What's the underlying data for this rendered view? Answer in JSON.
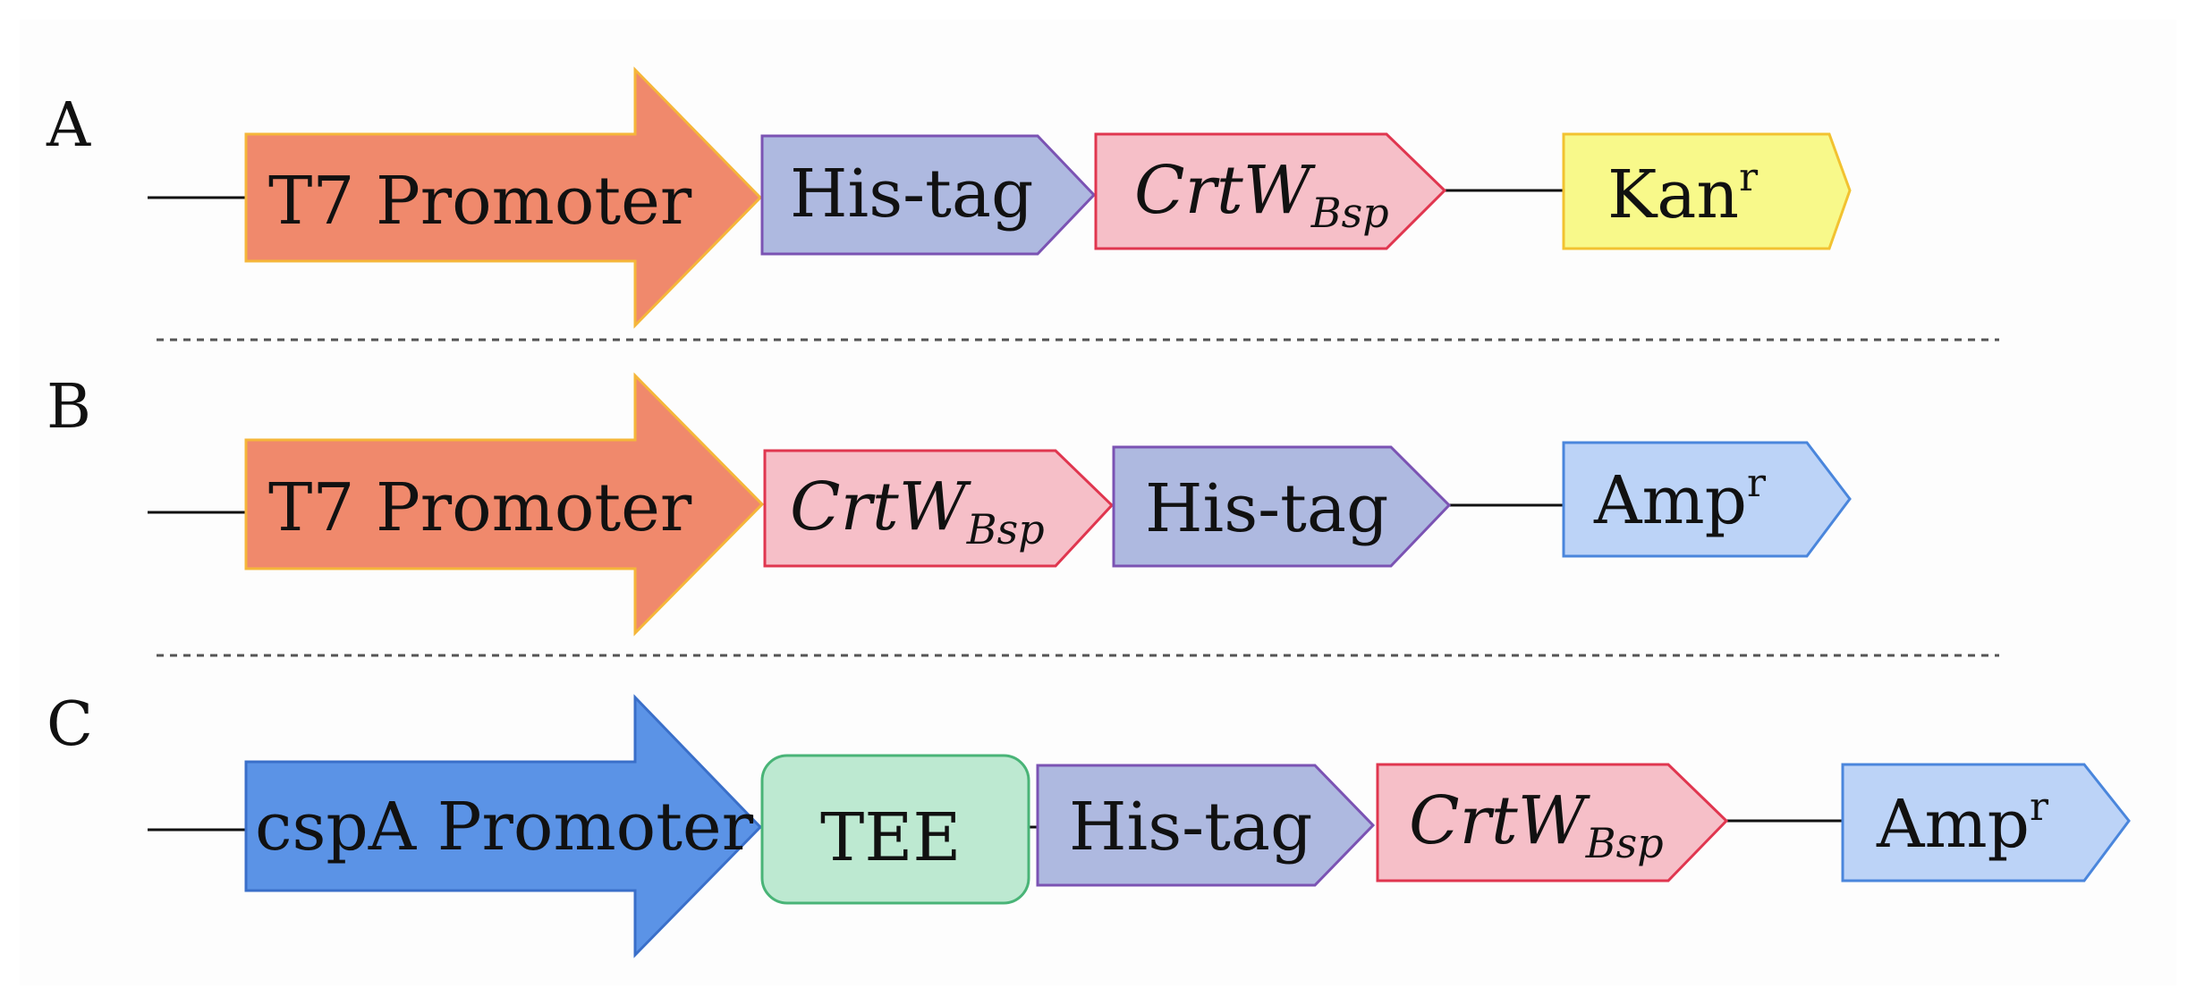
{
  "rows": [
    {
      "letter": "A",
      "promoter": "T7 Promoter",
      "parts": [
        {
          "text": "His-tag"
        },
        {
          "main": "CrtW",
          "sub": "Bsp"
        },
        {
          "main": "Kan",
          "sup": "r"
        }
      ]
    },
    {
      "letter": "B",
      "promoter": "T7 Promoter",
      "parts": [
        {
          "main": "CrtW",
          "sub": "Bsp"
        },
        {
          "text": "His-tag"
        },
        {
          "main": "Amp",
          "sup": "r"
        }
      ]
    },
    {
      "letter": "C",
      "promoter": "cspA Promoter",
      "parts": [
        {
          "text": "TEE"
        },
        {
          "text": "His-tag"
        },
        {
          "main": "CrtW",
          "sub": "Bsp"
        },
        {
          "main": "Amp",
          "sup": "r"
        }
      ]
    }
  ],
  "colors": {
    "t7_fill": "#f0896c",
    "t7_stroke": "#f5b63a",
    "cspa_fill": "#5b93e6",
    "cspa_stroke": "#3a6fc9",
    "histag_fill": "#aeb9e0",
    "histag_stroke": "#7b53b3",
    "crtw_fill": "#f6bfc8",
    "crtw_stroke": "#e0364f",
    "kan_fill": "#f8f98a",
    "kan_stroke": "#f2c230",
    "amp_fill": "#bcd3f7",
    "amp_stroke": "#4a86dc",
    "tee_fill": "#bde9d1",
    "tee_stroke": "#49b477"
  }
}
